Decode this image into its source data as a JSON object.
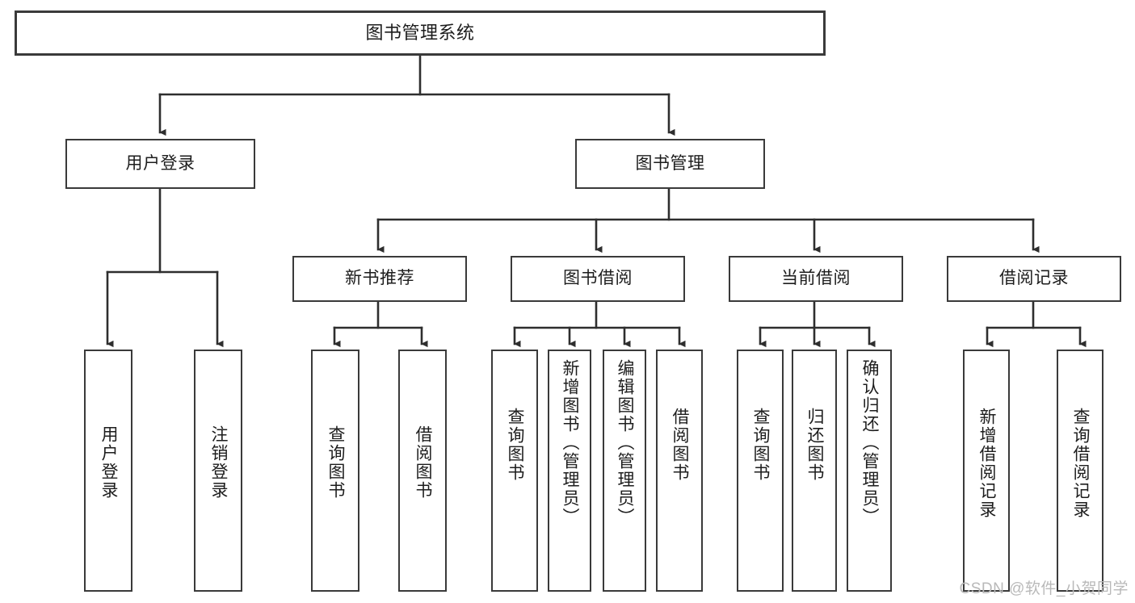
{
  "diagram": {
    "title": "图书管理系统",
    "watermark": "CSDN @软件_小贺同学",
    "line_color": "#3a3a3a",
    "box_fill": "#ffffff",
    "text_color": "#1d1d1d",
    "watermark_color": "#b9b9b9"
  },
  "nodes": {
    "root": {
      "label": "图书管理系统"
    },
    "level1": [
      {
        "label": "用户登录"
      },
      {
        "label": "图书管理"
      }
    ],
    "level2": [
      {
        "label": "新书推荐"
      },
      {
        "label": "图书借阅"
      },
      {
        "label": "当前借阅"
      },
      {
        "label": "借阅记录"
      }
    ],
    "leaves_user_login": [
      {
        "label": "用户登录"
      },
      {
        "label": "注销登录"
      }
    ],
    "leaves_new_book": [
      {
        "label": "查询图书"
      },
      {
        "label": "借阅图书"
      }
    ],
    "leaves_borrow": [
      {
        "label": "查询图书"
      },
      {
        "label": "新增图书（管理员）"
      },
      {
        "label": "编辑图书（管理员）"
      },
      {
        "label": "借阅图书"
      }
    ],
    "leaves_current": [
      {
        "label": "查询图书"
      },
      {
        "label": "归还图书"
      },
      {
        "label": "确认归还（管理员）"
      }
    ],
    "leaves_records": [
      {
        "label": "新增借阅记录"
      },
      {
        "label": "查询借阅记录"
      }
    ]
  }
}
